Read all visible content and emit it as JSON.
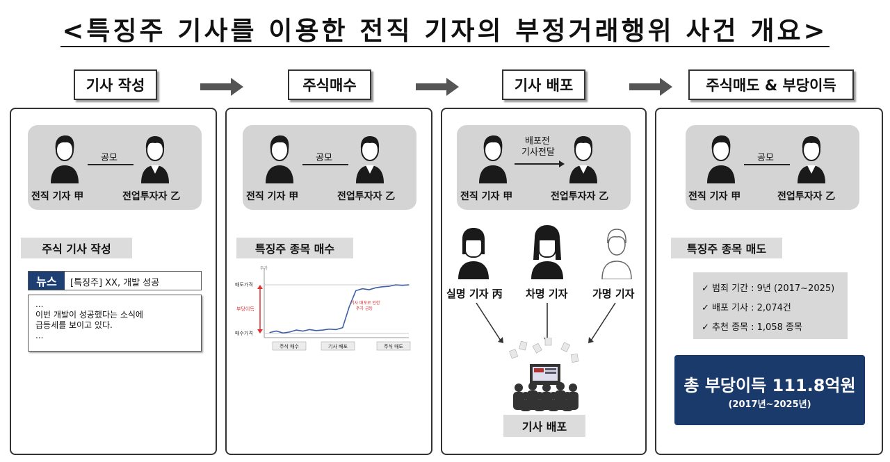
{
  "title": "<특징주 기사를 이용한 전직 기자의 부정거래행위 사건 개요>",
  "steps": [
    "기사 작성",
    "주식매수",
    "기사 배포",
    "주식매도 & 부당이득"
  ],
  "common": {
    "conspiracy": "공모",
    "reporter_a": "전직 기자 甲",
    "investor_b": "전업투자자 乙"
  },
  "panel3_pre_deliver": [
    "배포전",
    "기사전달"
  ],
  "panel1": {
    "tag": "주식 기사 작성",
    "news_badge": "뉴스",
    "news_title": "[특징주] XX, 개발 성공",
    "body": [
      "...",
      "이번 개발이 성공했다는 소식에",
      "급등세를 보이고 있다.",
      "..."
    ]
  },
  "panel2": {
    "tag": "특징주 종목 매수",
    "chart_data": {
      "type": "line",
      "title": "",
      "y_top_tick": "주가",
      "y_labels": [
        "매도가격",
        "부당이득",
        "매수가격"
      ],
      "annotation": [
        "기사 배포로 인한",
        "주가 급등"
      ],
      "x_labels": [
        "주식 매수",
        "기사 배포",
        "주식 매도"
      ],
      "x": [
        0,
        1,
        2,
        3,
        4,
        5,
        6,
        7,
        8,
        9,
        10,
        11,
        12,
        13,
        14,
        15,
        16,
        17,
        18,
        19,
        20,
        21
      ],
      "values": [
        0.02,
        0.05,
        0.01,
        0.03,
        0.07,
        0.05,
        0.08,
        0.06,
        0.07,
        0.09,
        0.08,
        0.12,
        0.55,
        0.88,
        0.92,
        0.9,
        0.94,
        0.96,
        0.97,
        1.0,
        0.99,
        1.0
      ]
    }
  },
  "panel3": {
    "people": [
      "실명 기자 丙",
      "차명 기자",
      "가명 기자"
    ],
    "tag": "기사 배포"
  },
  "panel4": {
    "tag": "특징주 종목 매도",
    "items": [
      "✓ 범죄 기간 : 9년 (2017~2025)",
      "✓ 배포 기사 : 2,074건",
      "✓ 추천 종목 : 1,058 종목"
    ],
    "total": "총 부당이득 111.8억원",
    "total_period": "(2017년~2025년)"
  },
  "colors": {
    "navy": "#1a3a6b",
    "badge": "#1d3f73",
    "red": "#e03030",
    "gray": "#d4d4d4",
    "line": "#3d5fa8"
  }
}
